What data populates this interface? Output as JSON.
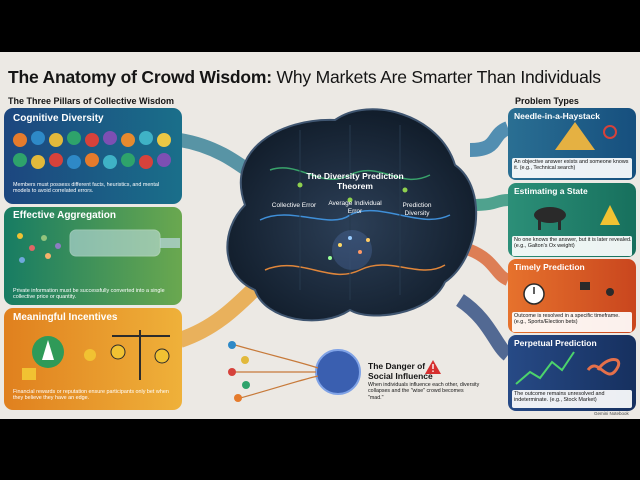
{
  "title": {
    "main": "The Anatomy of Crowd Wisdom:",
    "sub": " Why Markets Are Smarter Than Individuals"
  },
  "left": {
    "heading": "The Three Pillars of Collective Wisdom",
    "cards": [
      {
        "title": "Cognitive Diversity",
        "text": "Members must possess different facts, heuristics, and mental models to avoid correlated errors.",
        "color": "#1f4e8c"
      },
      {
        "title": "Effective Aggregation",
        "text": "Private information must be successfully converted into a single collective price or quantity.",
        "color": "#1c8b6e"
      },
      {
        "title": "Meaningful Incentives",
        "text": "Financial rewards or reputation ensure participants only bet when they believe they have an edge.",
        "color": "#e2861f"
      }
    ]
  },
  "center": {
    "theorem": "The Diversity Prediction Theorem",
    "labels": [
      "Collective Error",
      "Average Individual Error",
      "Prediction Diversity"
    ],
    "danger_title": "The Danger of Social Influence",
    "danger_text": "When individuals influence each other, diversity collapses and the \"wise\" crowd becomes \"mad.\""
  },
  "right": {
    "heading": "Problem Types",
    "items": [
      {
        "title": "Needle-in-a-Haystack",
        "text": "An objective answer exists and someone knows it. (e.g., Technical search)",
        "color": "#1f6fa0"
      },
      {
        "title": "Estimating a State",
        "text": "No one knows the answer, but it is later revealed. (e.g., Galton's Ox weight)",
        "color": "#1b8a72"
      },
      {
        "title": "Timely Prediction",
        "text": "Outcome is resolved in a specific timeframe. (e.g., Sports/Election bets)",
        "color": "#d85a25"
      },
      {
        "title": "Perpetual Prediction",
        "text": "The outcome remains unresolved and indeterminate. (e.g., Stock Market)",
        "color": "#1f3e78"
      }
    ]
  },
  "watermark": "Gemini Notebook"
}
